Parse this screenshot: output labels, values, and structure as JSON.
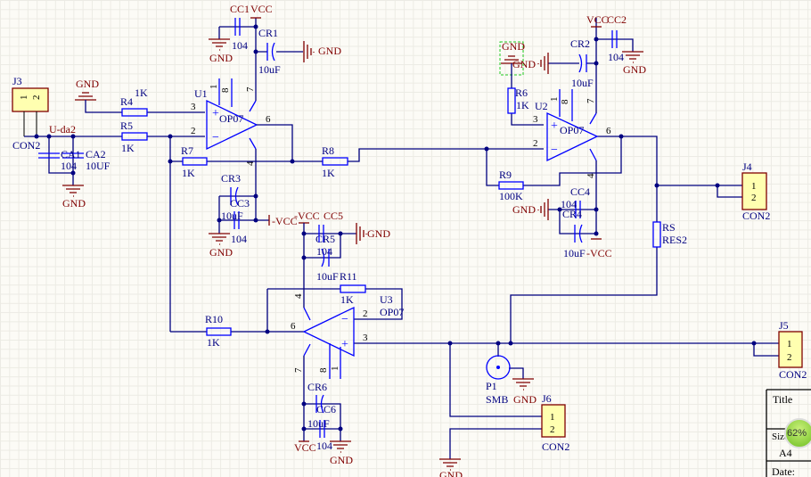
{
  "components": {
    "J3": {
      "designator": "J3",
      "value": "CON2",
      "pins": [
        "1",
        "2"
      ]
    },
    "J4": {
      "designator": "J4",
      "value": "CON2",
      "pins": [
        "1",
        "2"
      ]
    },
    "J5": {
      "designator": "J5",
      "value": "CON2",
      "pins": [
        "1",
        "2"
      ]
    },
    "J6": {
      "designator": "J6",
      "value": "CON2",
      "pins": [
        "1",
        "2"
      ]
    },
    "CA1": {
      "designator": "CA1",
      "value": "104"
    },
    "CA2": {
      "designator": "CA2",
      "value": "10UF"
    },
    "R4": {
      "designator": "R4",
      "value": "1K"
    },
    "R5": {
      "designator": "R5",
      "value": "1K"
    },
    "R6": {
      "designator": "R6",
      "value": "1K"
    },
    "R7": {
      "designator": "R7",
      "value": "1K"
    },
    "R8": {
      "designator": "R8",
      "value": "1K"
    },
    "R9": {
      "designator": "R9",
      "value": "100K"
    },
    "R10": {
      "designator": "R10",
      "value": "1K"
    },
    "R11": {
      "designator": "R11",
      "value": "1K"
    },
    "RS": {
      "designator": "RS",
      "value": "RES2"
    },
    "U1": {
      "designator": "U1",
      "value": "OP07",
      "pins": [
        "3",
        "2",
        "6",
        "7",
        "4",
        "8",
        "1"
      ]
    },
    "U2": {
      "designator": "U2",
      "value": "OP07",
      "pins": [
        "3",
        "2",
        "6",
        "7",
        "4",
        "8",
        "1"
      ]
    },
    "U3": {
      "designator": "U3",
      "value": "OP07",
      "pins": [
        "2",
        "3",
        "6",
        "4",
        "7",
        "8",
        "1"
      ]
    },
    "CC1": {
      "designator": "CC1",
      "value": "104"
    },
    "CR1": {
      "designator": "CR1",
      "value": "10uF"
    },
    "CC2": {
      "designator": "CC2",
      "value": "104"
    },
    "CR2": {
      "designator": "CR2",
      "value": "10uF"
    },
    "CC3": {
      "designator": "CC3",
      "value": "104"
    },
    "CR3": {
      "designator": "CR3",
      "value": "10uF"
    },
    "CC4": {
      "designator": "CC4",
      "value": "104"
    },
    "CR4": {
      "designator": "CR4",
      "value": "10uF"
    },
    "CC5": {
      "designator": "CC5",
      "value": "104"
    },
    "CR5": {
      "designator": "CR5",
      "value": "10uF"
    },
    "CC6": {
      "designator": "CC6",
      "value": "104"
    },
    "CR6": {
      "designator": "CR6",
      "value": "10uF"
    },
    "P1": {
      "designator": "P1",
      "value": "SMB"
    }
  },
  "nets": {
    "gnd": "GND",
    "vcc": "VCC",
    "nvcc": "-VCC",
    "uda2": "U-da2"
  },
  "title_block": {
    "title": "Title",
    "size": "Size",
    "size_value": "A4",
    "date": "Date:"
  },
  "zoom_badge": "62%",
  "colors": {
    "wire": "#000080",
    "component": "#0000ff",
    "power": "#800000",
    "connector_fill": "#ffffb0",
    "background": "#fcfbf6"
  }
}
